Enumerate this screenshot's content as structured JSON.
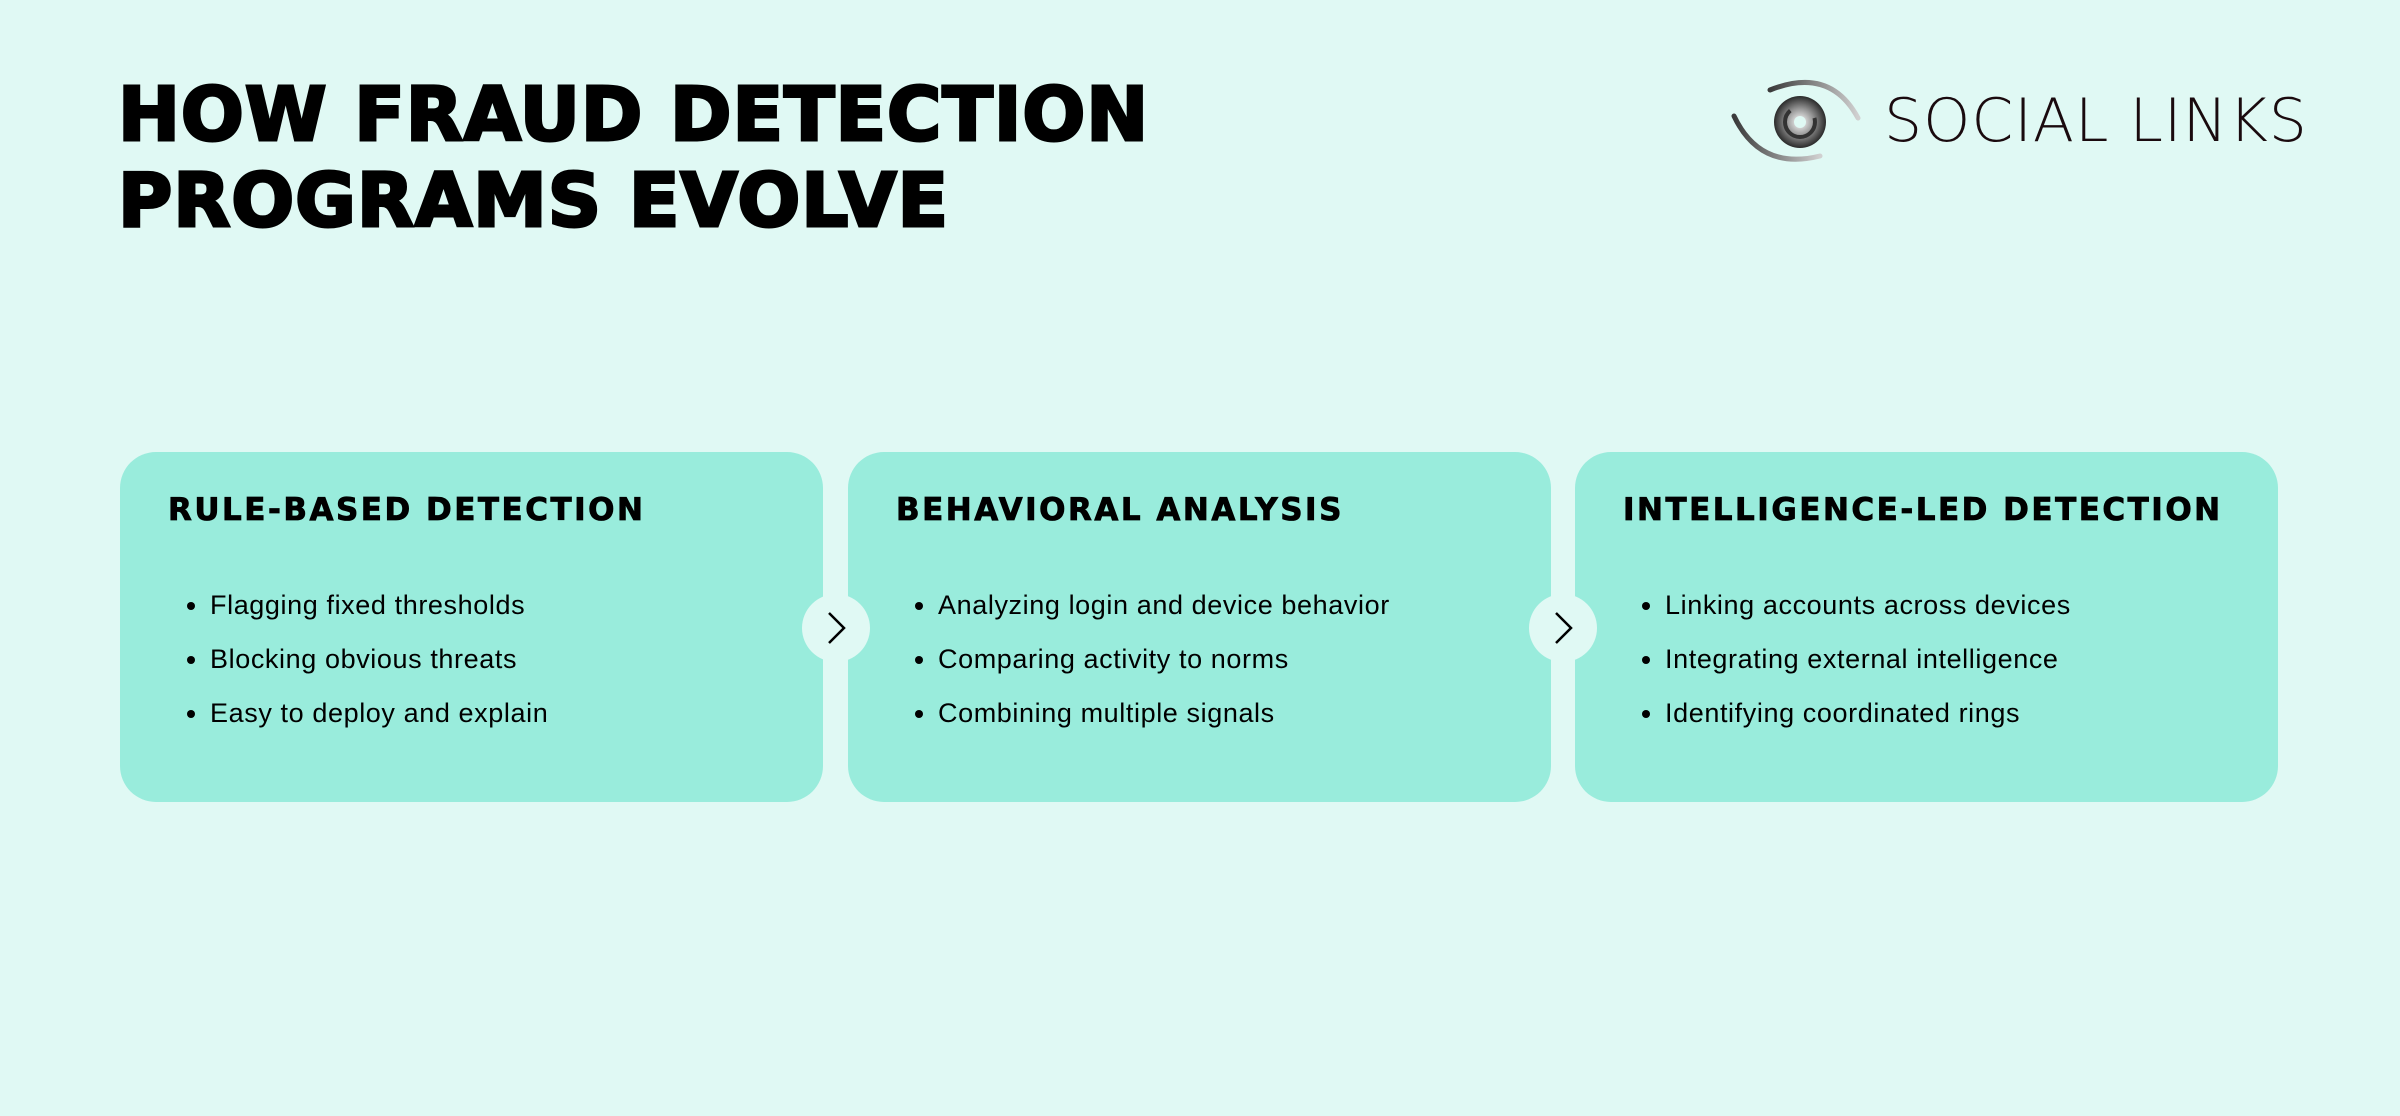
{
  "title_lines": [
    "HOW FRAUD DETECTION",
    "PROGRAMS EVOLVE"
  ],
  "logo": {
    "text": "SOCIAL LINKS"
  },
  "colors": {
    "background": "#e0f9f4",
    "card": "#99ecdc",
    "text": "#000000"
  },
  "cards": [
    {
      "title": "RULE-BASED DETECTION",
      "items": [
        "Flagging fixed thresholds",
        "Blocking obvious threats",
        "Easy to deploy and explain"
      ]
    },
    {
      "title": "BEHAVIORAL ANALYSIS",
      "items": [
        "Analyzing login and device behavior",
        "Comparing activity to norms",
        "Combining multiple signals"
      ]
    },
    {
      "title": "INTELLIGENCE-LED DETECTION",
      "items": [
        "Linking accounts across devices",
        "Integrating external intelligence",
        "Identifying coordinated rings"
      ]
    }
  ],
  "arrow_icon": "chevron-right-icon"
}
